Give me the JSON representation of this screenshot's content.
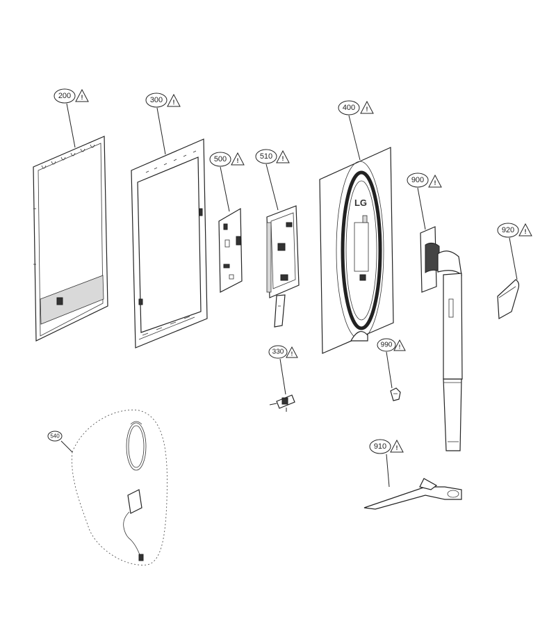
{
  "callouts": [
    {
      "id": "200",
      "label": "200",
      "warning": true
    },
    {
      "id": "300",
      "label": "300",
      "warning": true
    },
    {
      "id": "500",
      "label": "500",
      "warning": true
    },
    {
      "id": "510",
      "label": "510",
      "warning": true
    },
    {
      "id": "400",
      "label": "400",
      "warning": true
    },
    {
      "id": "900",
      "label": "900",
      "warning": true
    },
    {
      "id": "920",
      "label": "920",
      "warning": true
    },
    {
      "id": "330",
      "label": "330",
      "warning": true
    },
    {
      "id": "990",
      "label": "990",
      "warning": true
    },
    {
      "id": "910",
      "label": "910",
      "warning": true
    },
    {
      "id": "540",
      "label": "540",
      "warning": false
    }
  ],
  "warning_symbol": "!",
  "logo_text": "LG"
}
